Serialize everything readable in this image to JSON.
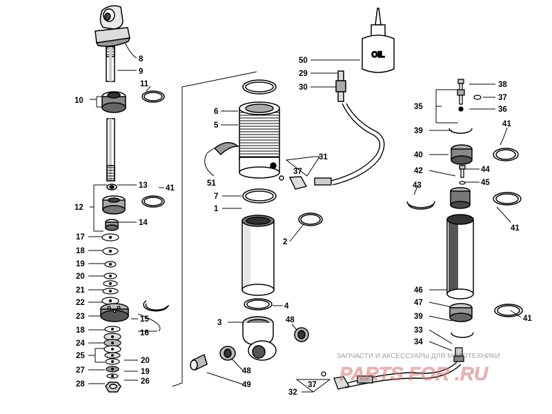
{
  "diagram": {
    "labels": [
      "8",
      "9",
      "10",
      "11",
      "13",
      "41",
      "12",
      "14",
      "17",
      "18",
      "19",
      "20",
      "21",
      "22",
      "23",
      "15",
      "16",
      "18",
      "24",
      "25",
      "20",
      "19",
      "27",
      "26",
      "28",
      "6",
      "5",
      "51",
      "31",
      "37",
      "7",
      "1",
      "2",
      "4",
      "3",
      "48",
      "48",
      "49",
      "50",
      "29",
      "30",
      "38",
      "37",
      "35",
      "36",
      "39",
      "41",
      "40",
      "42",
      "44",
      "43",
      "45",
      "41",
      "46",
      "47",
      "39",
      "41",
      "33",
      "34",
      "37",
      "32"
    ],
    "oil_text": "OIL"
  },
  "watermark": {
    "line1": "ЗАПЧАСТИ И АКСЕССУАРЫ ДЛЯ МОТОТЕХНИКИ",
    "brand": "PARTS FOR .RU"
  }
}
